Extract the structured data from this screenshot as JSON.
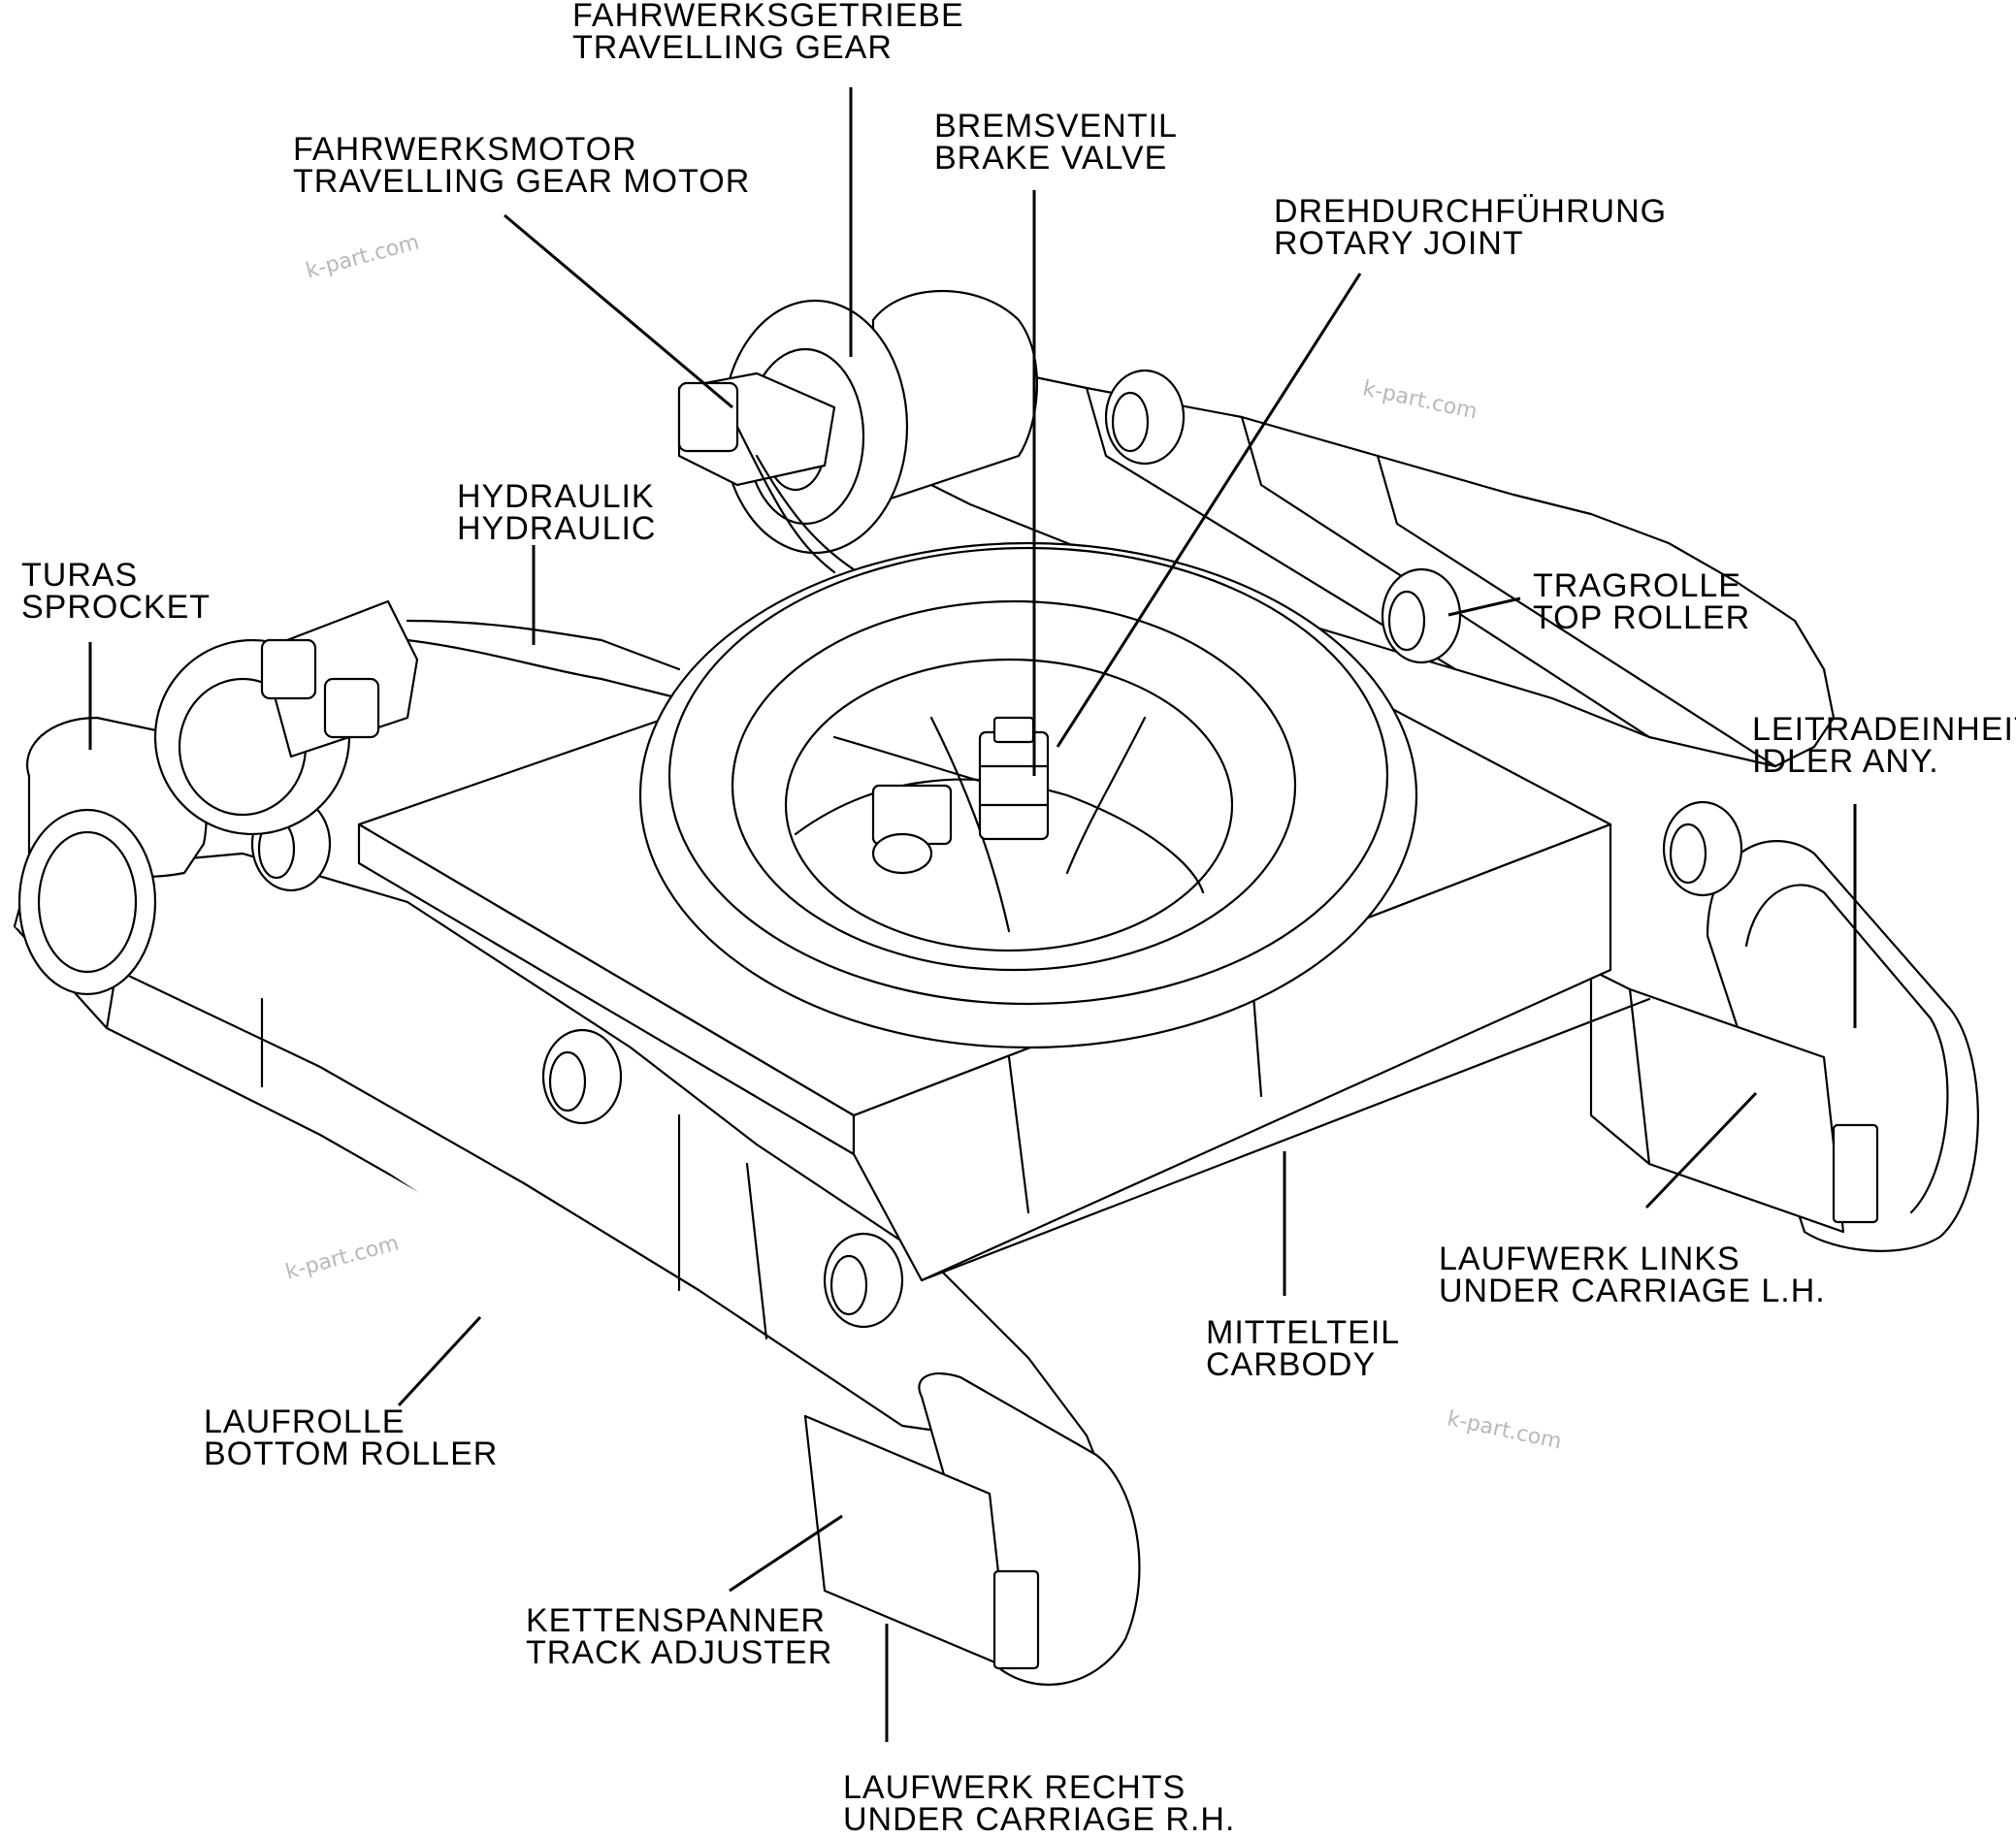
{
  "labels": {
    "travelling_gear": {
      "de": "FAHRWERKSGETRIEBE",
      "en": "TRAVELLING GEAR"
    },
    "travelling_gear_motor": {
      "de": "FAHRWERKSMOTOR",
      "en": "TRAVELLING GEAR MOTOR"
    },
    "brake_valve": {
      "de": "BREMSVENTIL",
      "en": "BRAKE VALVE"
    },
    "rotary_joint": {
      "de": "DREHDURCHFÜHRUNG",
      "en": "ROTARY JOINT"
    },
    "hydraulic": {
      "de": "HYDRAULIK",
      "en": "HYDRAULIC"
    },
    "sprocket": {
      "de": "TURAS",
      "en": "SPROCKET"
    },
    "top_roller": {
      "de": "TRAGROLLE",
      "en": "TOP ROLLER"
    },
    "idler": {
      "de": "LEITRADEINHEIT",
      "en": "IDLER ANY."
    },
    "undercarriage_lh": {
      "de": "LAUFWERK LINKS",
      "en": "UNDER CARRIAGE L.H."
    },
    "carbody": {
      "de": "MITTELTEIL",
      "en": "CARBODY"
    },
    "bottom_roller": {
      "de": "LAUFROLLE",
      "en": "BOTTOM ROLLER"
    },
    "track_adjuster": {
      "de": "KETTENSPANNER",
      "en": "TRACK ADJUSTER"
    },
    "undercarriage_rh": {
      "de": "LAUFWERK RECHTS",
      "en": "UNDER CARRIAGE R.H."
    }
  },
  "watermark": "k-part.com",
  "colors": {
    "line": "#000000",
    "background": "#ffffff",
    "watermark": "#b8b8b8"
  }
}
